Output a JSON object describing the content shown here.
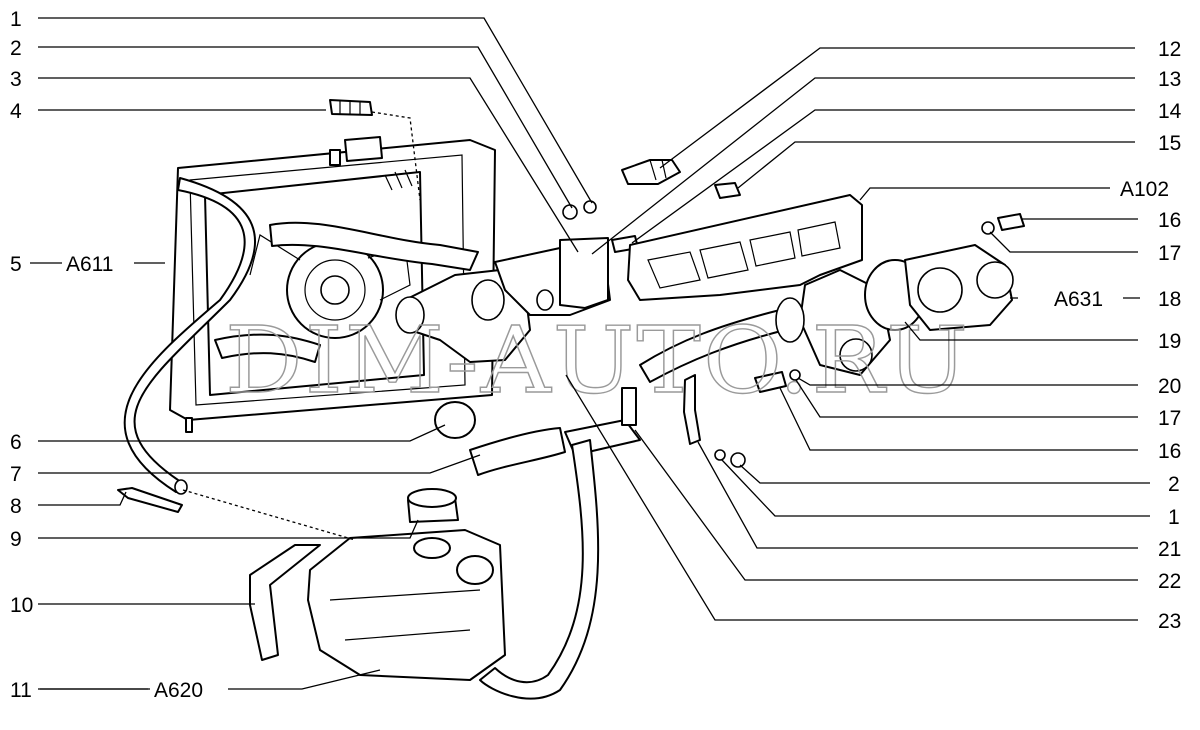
{
  "watermark": "DIM-AUTO.RU",
  "callouts_left": [
    {
      "num": "1"
    },
    {
      "num": "2"
    },
    {
      "num": "3"
    },
    {
      "num": "4"
    },
    {
      "num": "5",
      "ref": "A611"
    },
    {
      "num": "6"
    },
    {
      "num": "7"
    },
    {
      "num": "8"
    },
    {
      "num": "9"
    },
    {
      "num": "10"
    },
    {
      "num": "11",
      "ref": "A620"
    }
  ],
  "callouts_right": [
    {
      "num": "12"
    },
    {
      "num": "13"
    },
    {
      "num": "14"
    },
    {
      "num": "15"
    },
    {
      "ref": "A102"
    },
    {
      "num": "16"
    },
    {
      "num": "17"
    },
    {
      "num": "18",
      "ref": "A631"
    },
    {
      "num": "19"
    },
    {
      "num": "20"
    },
    {
      "num": "17"
    },
    {
      "num": "16"
    },
    {
      "num": "2"
    },
    {
      "num": "1"
    },
    {
      "num": "21"
    },
    {
      "num": "22"
    },
    {
      "num": "23"
    }
  ]
}
